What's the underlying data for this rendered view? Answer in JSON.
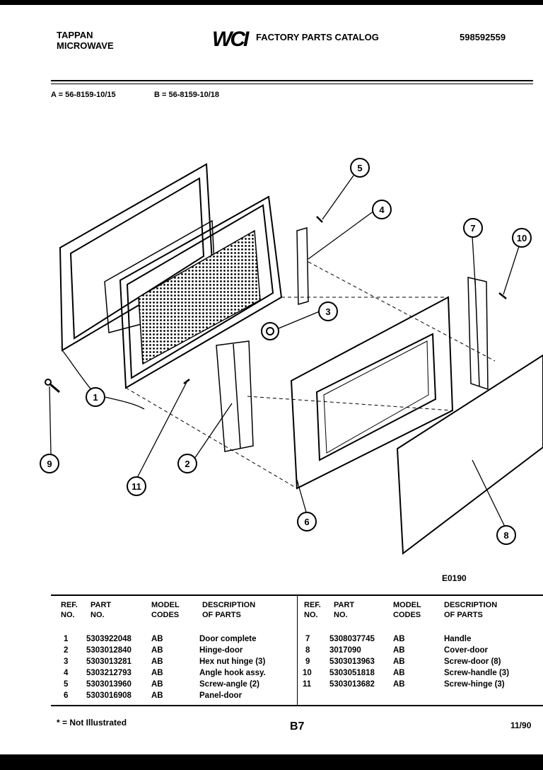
{
  "header": {
    "brand_line1": "TAPPAN",
    "brand_line2": "MICROWAVE",
    "logo_text": "WCI",
    "catalog_title": "FACTORY PARTS CATALOG",
    "catalog_number": "598592559"
  },
  "models": {
    "a": "A = 56-8159-10/15",
    "b": "B = 56-8159-10/18"
  },
  "diagram": {
    "figure_code": "E0190",
    "callouts": [
      "1",
      "2",
      "3",
      "4",
      "5",
      "6",
      "7",
      "8",
      "9",
      "10",
      "11"
    ]
  },
  "table": {
    "headers": {
      "ref_1": "REF.",
      "ref_2": "NO.",
      "part_1": "PART",
      "part_2": "NO.",
      "model_1": "MODEL",
      "model_2": "CODES",
      "desc_1": "DESCRIPTION",
      "desc_2": "OF PARTS"
    },
    "left_rows": [
      {
        "ref": "1",
        "part": "5303922048",
        "codes": "AB",
        "desc": "Door complete"
      },
      {
        "ref": "2",
        "part": "5303012840",
        "codes": "AB",
        "desc": "Hinge-door"
      },
      {
        "ref": "3",
        "part": "5303013281",
        "codes": "AB",
        "desc": "Hex nut hinge (3)"
      },
      {
        "ref": "4",
        "part": "5303212793",
        "codes": "AB",
        "desc": "Angle hook assy."
      },
      {
        "ref": "5",
        "part": "5303013960",
        "codes": "AB",
        "desc": "Screw-angle (2)"
      },
      {
        "ref": "6",
        "part": "5303016908",
        "codes": "AB",
        "desc": "Panel-door"
      }
    ],
    "right_rows": [
      {
        "ref": "7",
        "part": "5308037745",
        "codes": "AB",
        "desc": "Handle"
      },
      {
        "ref": "8",
        "part": "3017090",
        "codes": "AB",
        "desc": "Cover-door"
      },
      {
        "ref": "9",
        "part": "5303013963",
        "codes": "AB",
        "desc": "Screw-door (8)"
      },
      {
        "ref": "10",
        "part": "5303051818",
        "codes": "AB",
        "desc": "Screw-handle (3)"
      },
      {
        "ref": "11",
        "part": "5303013682",
        "codes": "AB",
        "desc": "Screw-hinge (3)"
      }
    ]
  },
  "footer": {
    "note": "* = Not Illustrated",
    "page": "B7",
    "date": "11/90"
  }
}
